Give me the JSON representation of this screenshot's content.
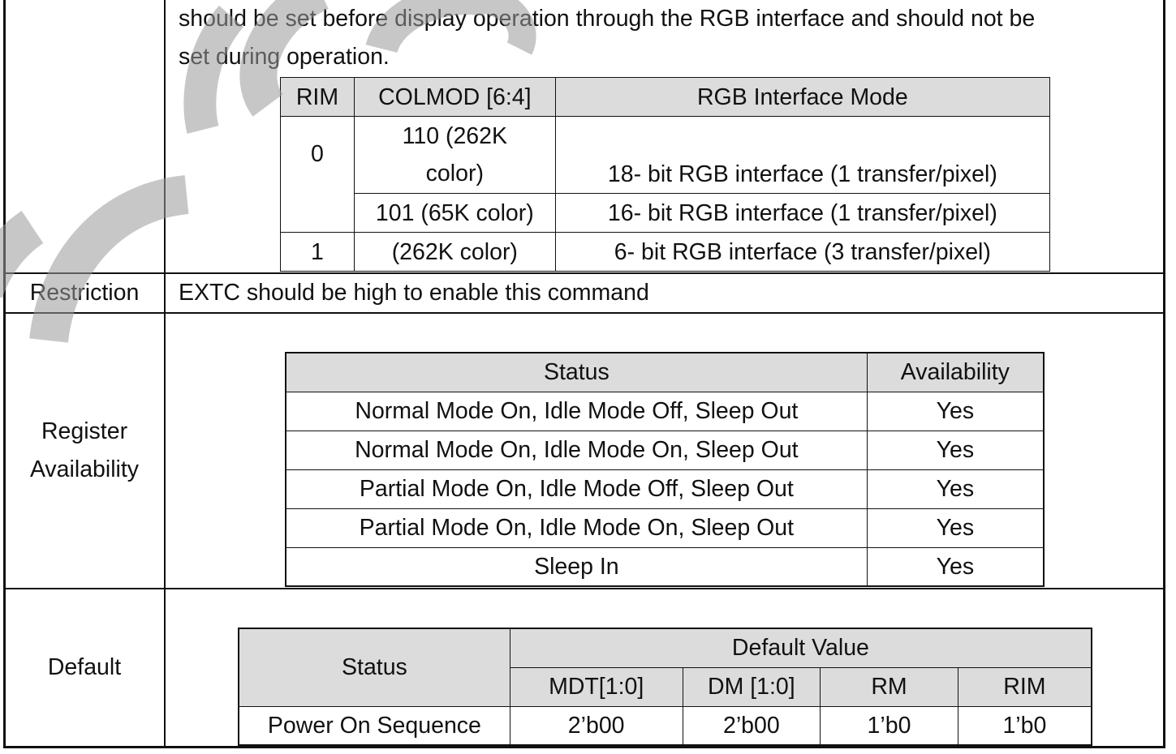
{
  "intro": {
    "line1": "should be set before display operation through the RGB interface and should not be",
    "line2": "set during operation."
  },
  "rgb_table": {
    "headers": [
      "RIM",
      "COLMOD [6:4]",
      "RGB Interface Mode"
    ],
    "rows": [
      {
        "rim": "0",
        "colmod_a": "110 (262K",
        "colmod_b": "color)",
        "mode": "18- bit RGB interface (1 transfer/pixel)"
      },
      {
        "colmod": "101 (65K color)",
        "mode": "16- bit RGB interface (1 transfer/pixel)"
      },
      {
        "rim": "1",
        "colmod": "(262K color)",
        "mode": "6- bit RGB interface (3 transfer/pixel)"
      }
    ]
  },
  "restriction": {
    "label": "Restriction",
    "text": "EXTC should be high to enable this command"
  },
  "register_availability": {
    "label_line1": "Register",
    "label_line2": "Availability",
    "headers": [
      "Status",
      "Availability"
    ],
    "rows": [
      {
        "status": "Normal Mode On, Idle Mode Off, Sleep Out",
        "availability": "Yes"
      },
      {
        "status": "Normal Mode On, Idle Mode On, Sleep Out",
        "availability": "Yes"
      },
      {
        "status": "Partial Mode On, Idle Mode Off, Sleep Out",
        "availability": "Yes"
      },
      {
        "status": "Partial Mode On, Idle Mode On, Sleep Out",
        "availability": "Yes"
      },
      {
        "status": "Sleep In",
        "availability": "Yes"
      }
    ]
  },
  "default": {
    "label": "Default",
    "status_header": "Status",
    "group_header": "Default Value",
    "sub_headers": [
      "MDT[1:0]",
      "DM [1:0]",
      "RM",
      "RIM"
    ],
    "rows": [
      {
        "status": "Power On Sequence",
        "values": [
          "2’b00",
          "2’b00",
          "1’b0",
          "1’b0"
        ]
      }
    ]
  },
  "watermark": {
    "icon": "watermark-letters",
    "color": "#9a9a9a"
  }
}
